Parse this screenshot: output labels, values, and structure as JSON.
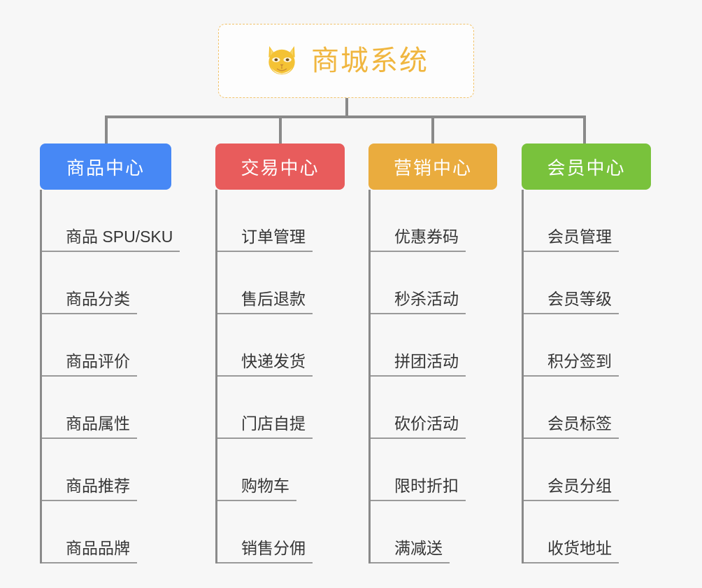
{
  "root": {
    "title": "商城系统",
    "icon": "shiba-inu-icon",
    "border_color": "#f2c36b",
    "text_color": "#f0b63f"
  },
  "connector": {
    "color": "#8a8a8a"
  },
  "columns": [
    {
      "label": "商品中心",
      "color": "#4788f5",
      "items": [
        "商品 SPU/SKU",
        "商品分类",
        "商品评价",
        "商品属性",
        "商品推荐",
        "商品品牌"
      ]
    },
    {
      "label": "交易中心",
      "color": "#e85c5c",
      "items": [
        "订单管理",
        "售后退款",
        "快递发货",
        "门店自提",
        "购物车",
        "销售分佣"
      ]
    },
    {
      "label": "营销中心",
      "color": "#eaac3e",
      "items": [
        "优惠券码",
        "秒杀活动",
        "拼团活动",
        "砍价活动",
        "限时折扣",
        "满减送"
      ]
    },
    {
      "label": "会员中心",
      "color": "#79c23c",
      "items": [
        "会员管理",
        "会员等级",
        "积分签到",
        "会员标签",
        "会员分组",
        "收货地址"
      ]
    }
  ]
}
